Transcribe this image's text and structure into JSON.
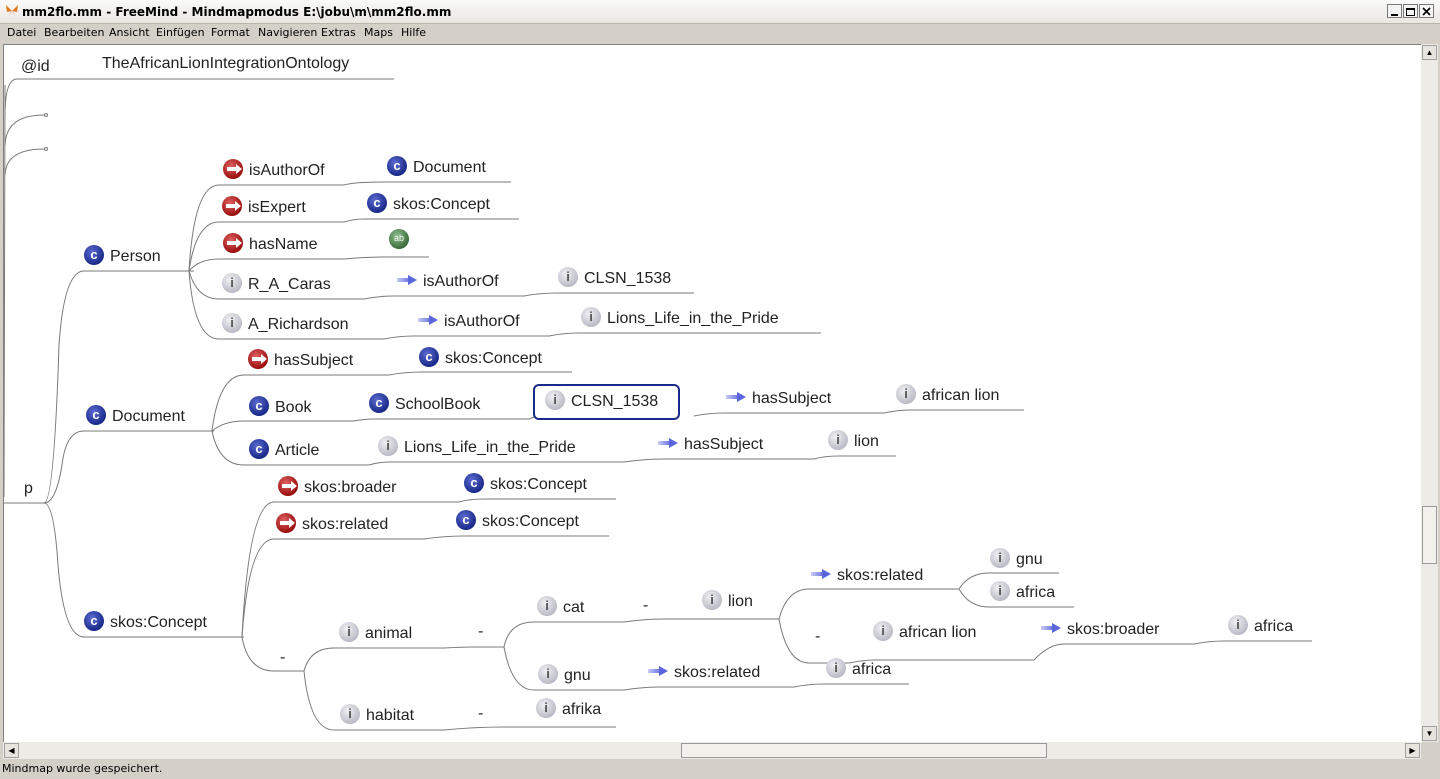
{
  "window": {
    "title": "mm2flo.mm - FreeMind - Mindmapmodus E:\\jobu\\m\\mm2flo.mm"
  },
  "menu": [
    "Datei",
    "Bearbeiten",
    "Ansicht",
    "Einfügen",
    "Format",
    "Navigieren",
    "Extras",
    "Maps",
    "Hilfe"
  ],
  "status": "Mindmap wurde gespeichert.",
  "nodes": {
    "id_key": "@id",
    "id_val": "TheAfricanLionIntegrationOntology",
    "root": "p",
    "person": "Person",
    "isAuthorOf": "isAuthorOf",
    "document_t1": "Document",
    "isExpert": "isExpert",
    "skos_concept_1": "skos:Concept",
    "hasName": "hasName",
    "r_a_caras": "R_A_Caras",
    "isAuthorOf_2": "isAuthorOf",
    "clsn_1538_a": "CLSN_1538",
    "a_richardson": "A_Richardson",
    "isAuthorOf_3": "isAuthorOf",
    "lions_life_a": "Lions_Life_in_the_Pride",
    "document": "Document",
    "hasSubject": "hasSubject",
    "skos_concept_2": "skos:Concept",
    "book": "Book",
    "schoolbook": "SchoolBook",
    "clsn_1538_b": "CLSN_1538",
    "hasSubject_2": "hasSubject",
    "african_lion_1": "african lion",
    "article": "Article",
    "lions_life_b": "Lions_Life_in_the_Pride",
    "hasSubject_3": "hasSubject",
    "lion_1": "lion",
    "skos_concept_main": "skos:Concept",
    "skos_broader": "skos:broader",
    "skos_concept_3": "skos:Concept",
    "skos_related": "skos:related",
    "skos_concept_4": "skos:Concept",
    "dash_1": "-",
    "animal": "animal",
    "dash_2": "-",
    "cat": "cat",
    "dash_3": "-",
    "lion_2": "lion",
    "skos_related_2": "skos:related",
    "gnu_1": "gnu",
    "africa_1": "africa",
    "dash_4": "-",
    "african_lion_2": "african lion",
    "skos_broader_2": "skos:broader",
    "africa_2": "africa",
    "gnu_2": "gnu",
    "skos_related_3": "skos:related",
    "africa_3": "africa",
    "habitat": "habitat",
    "dash_5": "-",
    "afrika": "afrika"
  }
}
